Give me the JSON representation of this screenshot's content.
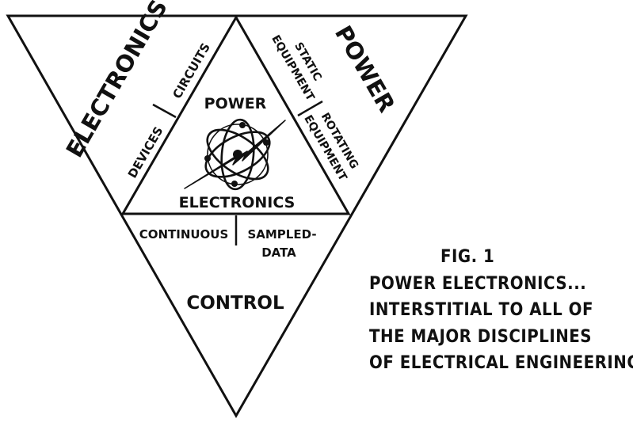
{
  "diagram": {
    "regions": {
      "electronics": {
        "title": "ELECTRONICS",
        "sub_left": "DEVICES",
        "sub_right": "CIRCUITS"
      },
      "power": {
        "title": "POWER",
        "sub_top": [
          "STATIC",
          "EQUIPMENT"
        ],
        "sub_bottom": [
          "ROTATING",
          "EQUIPMENT"
        ]
      },
      "control": {
        "title": "CONTROL",
        "sub_left": "CONTINUOUS",
        "sub_right": [
          "SAMPLED-",
          "DATA"
        ]
      },
      "center": {
        "top_label": "POWER",
        "bottom_label": "ELECTRONICS",
        "emblem": "atom-lightning-emblem"
      }
    },
    "colors": {
      "ink": "#111111",
      "background": "#ffffff"
    }
  },
  "caption": {
    "fig": "FIG. 1",
    "lines": [
      "POWER ELECTRONICS...",
      "INTERSTITIAL TO ALL OF",
      "THE MAJOR DISCIPLINES",
      "OF ELECTRICAL ENGINEERING."
    ]
  }
}
